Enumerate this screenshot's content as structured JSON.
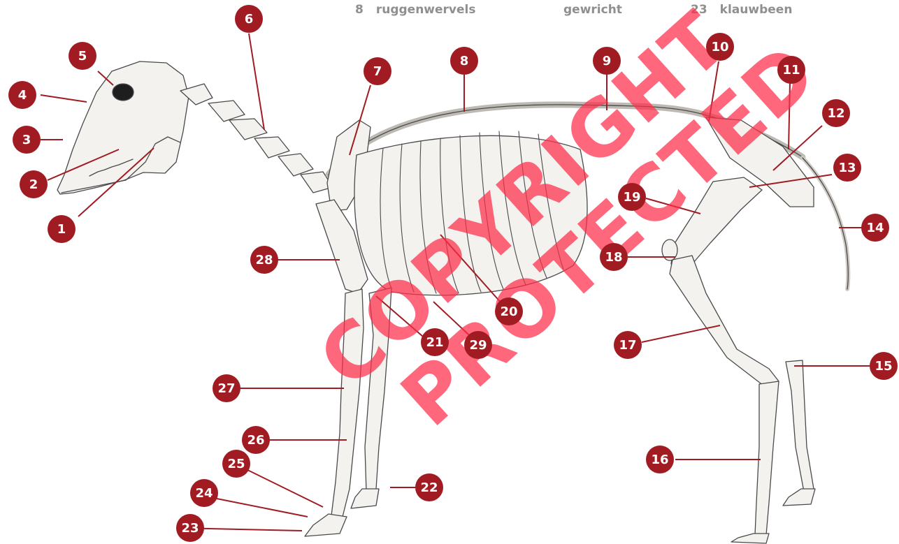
{
  "header": [
    {
      "number": "8",
      "text": "ruggenwervels"
    },
    {
      "number": "",
      "text": "gewricht"
    },
    {
      "number": "23",
      "text": "klauwbeen"
    }
  ],
  "watermark": {
    "line1": "COPYRIGHT",
    "line2": "PROTECTED"
  },
  "badge_color": "#a01c22",
  "labels": [
    "1",
    "2",
    "3",
    "4",
    "5",
    "6",
    "7",
    "8",
    "9",
    "10",
    "11",
    "12",
    "13",
    "14",
    "15",
    "16",
    "17",
    "18",
    "19",
    "20",
    "21",
    "22",
    "23",
    "24",
    "25",
    "26",
    "27",
    "28",
    "29"
  ]
}
